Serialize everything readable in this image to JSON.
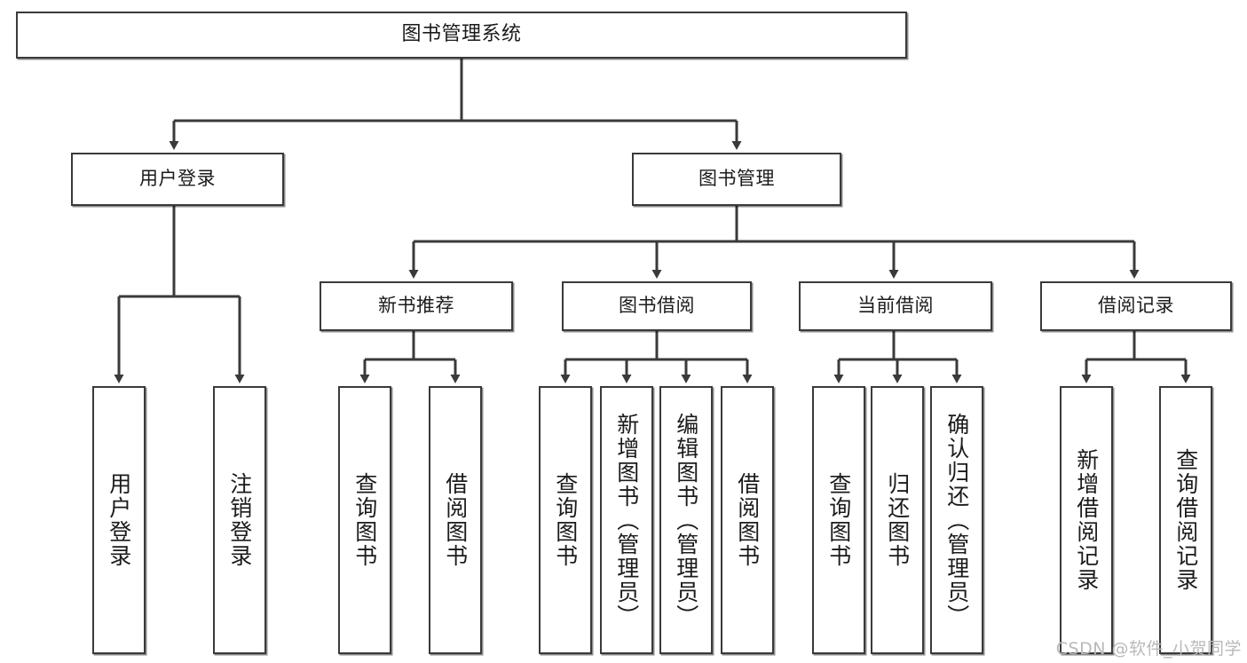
{
  "diagram": {
    "title": "图书管理系统",
    "watermark": "CSDN @软件_小贺同学",
    "colors": {
      "stroke": "#3a3a3a",
      "fill": "#ffffff",
      "text": "#1b1b1b",
      "watermark": "#b9b9b9"
    },
    "root": {
      "label": "图书管理系统"
    },
    "level2": [
      {
        "label": "用户登录"
      },
      {
        "label": "图书管理"
      }
    ],
    "level3": [
      {
        "label": "新书推荐"
      },
      {
        "label": "图书借阅"
      },
      {
        "label": "当前借阅"
      },
      {
        "label": "借阅记录"
      }
    ],
    "leaves": {
      "user_login": [
        {
          "label": "用户登录"
        },
        {
          "label": "注销登录"
        }
      ],
      "new_book": [
        {
          "label": "查询图书"
        },
        {
          "label": "借阅图书"
        }
      ],
      "book_borrow": [
        {
          "label": "查询图书"
        },
        {
          "label": "新增图书（管理员）"
        },
        {
          "label": "编辑图书（管理员）"
        },
        {
          "label": "借阅图书"
        }
      ],
      "current_borrow": [
        {
          "label": "查询图书"
        },
        {
          "label": "归还图书"
        },
        {
          "label": "确认归还（管理员）"
        }
      ],
      "borrow_record": [
        {
          "label": "新增借阅记录"
        },
        {
          "label": "查询借阅记录"
        }
      ]
    }
  }
}
